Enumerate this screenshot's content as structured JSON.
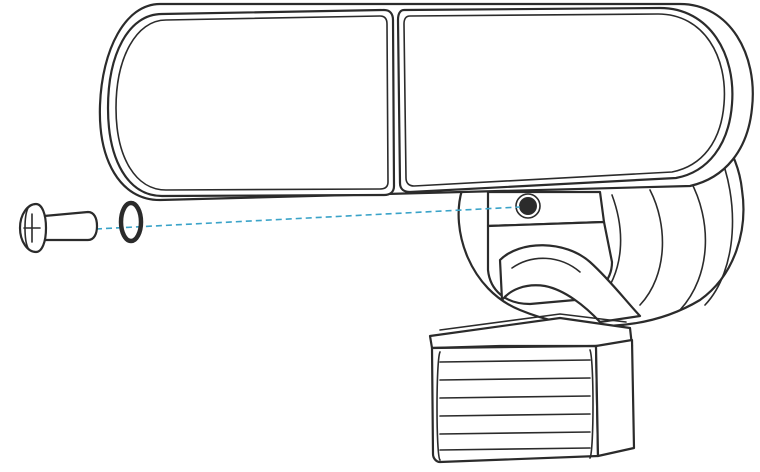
{
  "figure": {
    "subject": "floodlight-mounting-diagram",
    "parts": [
      "light-head",
      "motion-sensor",
      "bracket",
      "screw",
      "washer",
      "alignment-line"
    ]
  },
  "colors": {
    "outline": "#2b2b2b",
    "guide_line": "#3aa3c8",
    "background": "#ffffff",
    "hole_fill": "#2b2b2b"
  }
}
